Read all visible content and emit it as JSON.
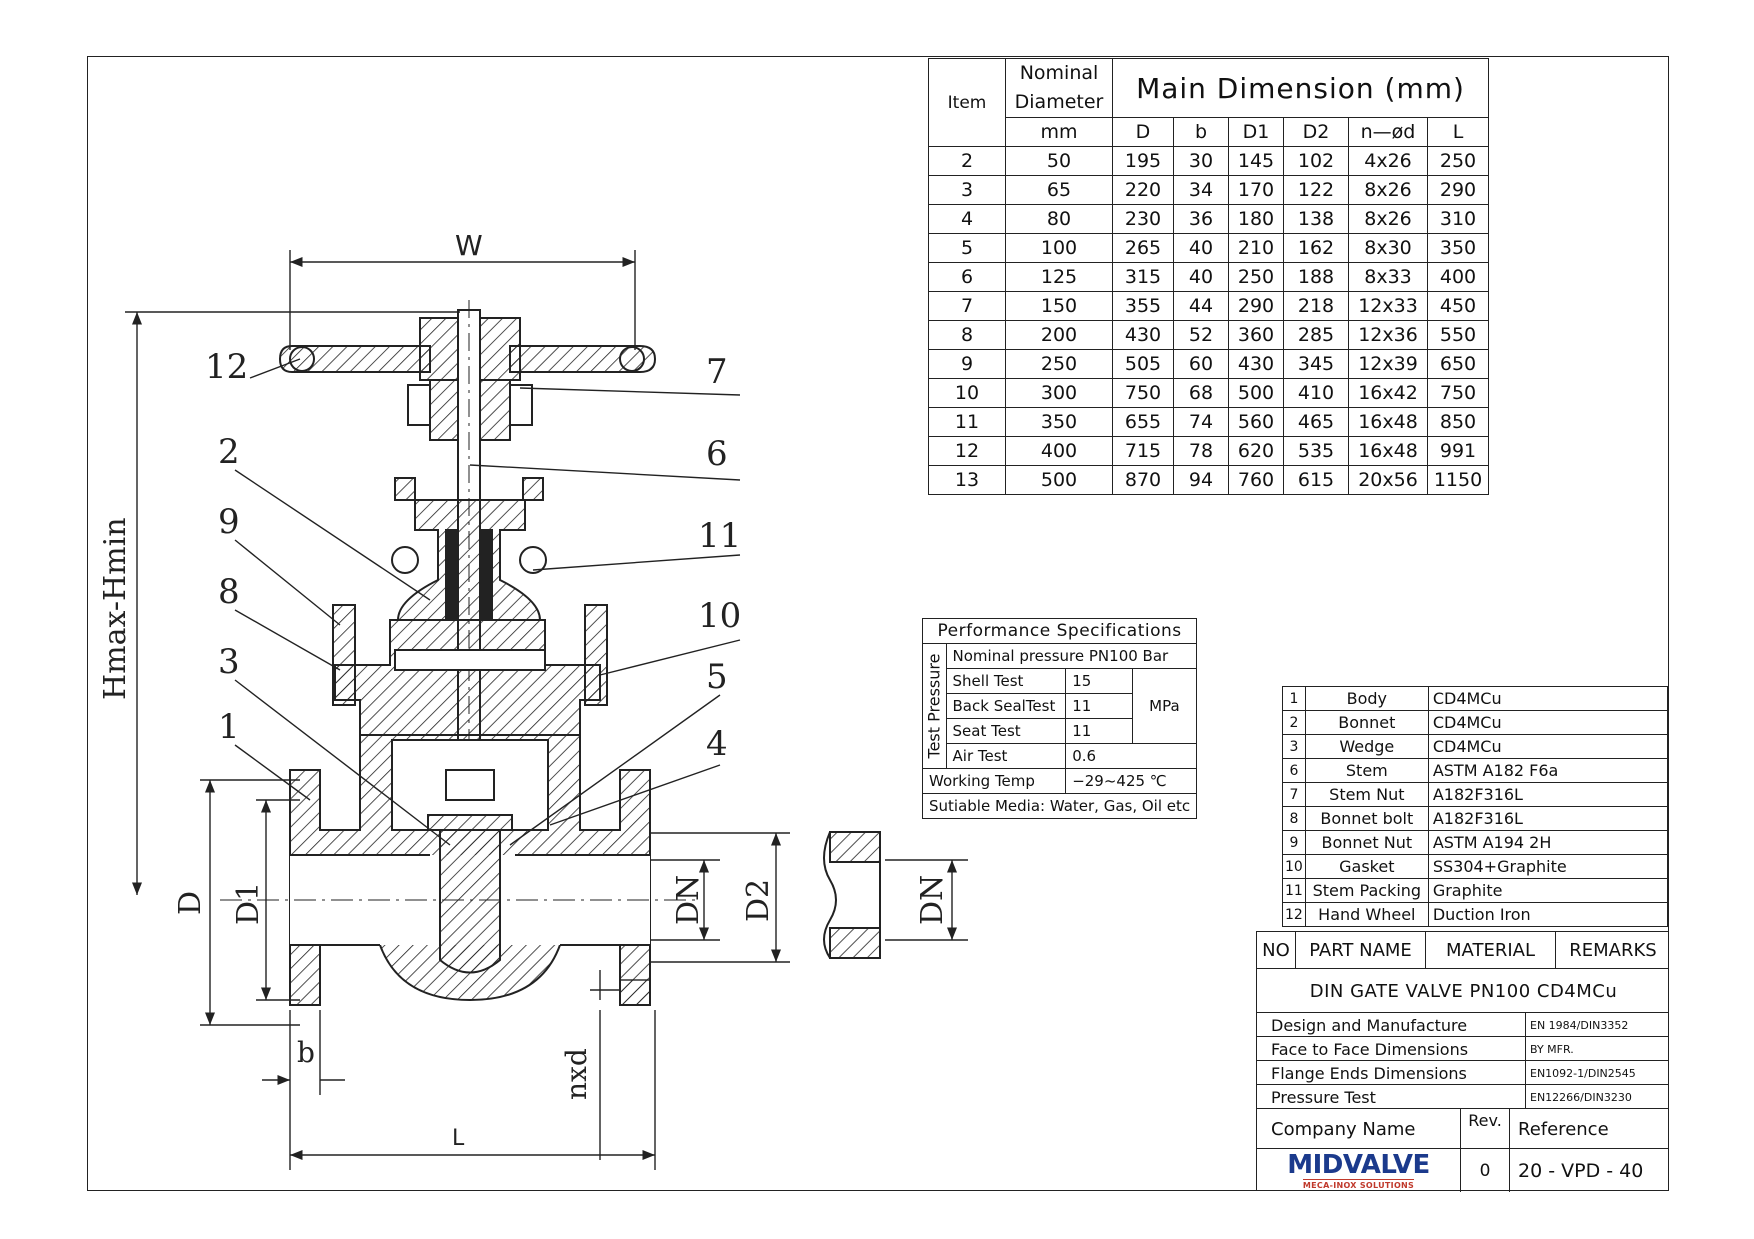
{
  "dimension_table": {
    "header_item": "Item",
    "header_nominal": "Nominal",
    "header_diameter": "Diameter",
    "header_main": "Main Dimension (mm)",
    "units_row": [
      "mm",
      "D",
      "b",
      "D1",
      "D2",
      "n—ød",
      "L"
    ],
    "rows": [
      [
        "2",
        "50",
        "195",
        "30",
        "145",
        "102",
        "4x26",
        "250"
      ],
      [
        "3",
        "65",
        "220",
        "34",
        "170",
        "122",
        "8x26",
        "290"
      ],
      [
        "4",
        "80",
        "230",
        "36",
        "180",
        "138",
        "8x26",
        "310"
      ],
      [
        "5",
        "100",
        "265",
        "40",
        "210",
        "162",
        "8x30",
        "350"
      ],
      [
        "6",
        "125",
        "315",
        "40",
        "250",
        "188",
        "8x33",
        "400"
      ],
      [
        "7",
        "150",
        "355",
        "44",
        "290",
        "218",
        "12x33",
        "450"
      ],
      [
        "8",
        "200",
        "430",
        "52",
        "360",
        "285",
        "12x36",
        "550"
      ],
      [
        "9",
        "250",
        "505",
        "60",
        "430",
        "345",
        "12x39",
        "650"
      ],
      [
        "10",
        "300",
        "750",
        "68",
        "500",
        "410",
        "16x42",
        "750"
      ],
      [
        "11",
        "350",
        "655",
        "74",
        "560",
        "465",
        "16x48",
        "850"
      ],
      [
        "12",
        "400",
        "715",
        "78",
        "620",
        "535",
        "16x48",
        "991"
      ],
      [
        "13",
        "500",
        "870",
        "94",
        "760",
        "615",
        "20x56",
        "1150"
      ]
    ]
  },
  "performance": {
    "title": "Performance Specifications",
    "nominal_pressure": "Nominal pressure PN100 Bar",
    "test_pressure_label": "Test Pressure",
    "tests": [
      {
        "name": "Shell Test",
        "value": "15"
      },
      {
        "name": "Back SealTest",
        "value": "11"
      },
      {
        "name": "Seat Test",
        "value": "11"
      },
      {
        "name": "Air Test",
        "value": "0.6"
      }
    ],
    "unit": "MPa",
    "working_temp_label": "Working Temp",
    "working_temp_value": "−29~425 ℃",
    "media": "Sutiable Media: Water, Gas, Oil etc"
  },
  "parts": [
    {
      "no": "1",
      "name": "Body",
      "material": "CD4MCu"
    },
    {
      "no": "2",
      "name": "Bonnet",
      "material": "CD4MCu"
    },
    {
      "no": "3",
      "name": "Wedge",
      "material": "CD4MCu"
    },
    {
      "no": "6",
      "name": "Stem",
      "material": "ASTM A182 F6a"
    },
    {
      "no": "7",
      "name": "Stem Nut",
      "material": "A182F316L"
    },
    {
      "no": "8",
      "name": "Bonnet bolt",
      "material": "A182F316L"
    },
    {
      "no": "9",
      "name": "Bonnet Nut",
      "material": "ASTM A194 2H"
    },
    {
      "no": "10",
      "name": "Gasket",
      "material": "SS304+Graphite"
    },
    {
      "no": "11",
      "name": "Stem Packing",
      "material": "Graphite"
    },
    {
      "no": "12",
      "name": "Hand Wheel",
      "material": "Duction Iron"
    }
  ],
  "parts_header": {
    "no": "NO",
    "part_name": "PART NAME",
    "material": "MATERIAL",
    "remarks": "REMARKS"
  },
  "title_block": {
    "title": "DIN GATE VALVE PN100 CD4MCu",
    "standards": [
      {
        "label": "Design and Manufacture",
        "value": "EN 1984/DIN3352"
      },
      {
        "label": "Face to Face Dimensions",
        "value": "BY MFR."
      },
      {
        "label": "Flange Ends Dimensions",
        "value": "EN1092-1/DIN2545"
      },
      {
        "label": "Pressure Test",
        "value": "EN12266/DIN3230"
      }
    ],
    "company_name_label": "Company Name",
    "rev_label": "Rev.",
    "reference_label": "Reference",
    "rev_value": "0",
    "reference_value": "20 - VPD - 40",
    "logo_main": "MIDVALVE",
    "logo_sub": "MECA-INOX SOLUTIONS"
  },
  "drawing_labels": {
    "W": "W",
    "H": "Hmax-Hmin",
    "D": "D",
    "D1": "D1",
    "DN": "DN",
    "D2": "D2",
    "DN_side": "DN",
    "b": "b",
    "nxd": "nxd",
    "L": "L",
    "balloons": [
      "12",
      "2",
      "9",
      "8",
      "3",
      "1",
      "7",
      "6",
      "11",
      "10",
      "5",
      "4"
    ]
  },
  "colors": {
    "line": "#222222",
    "logo_blue": "#1b3a8c",
    "logo_red": "#c0392b"
  }
}
